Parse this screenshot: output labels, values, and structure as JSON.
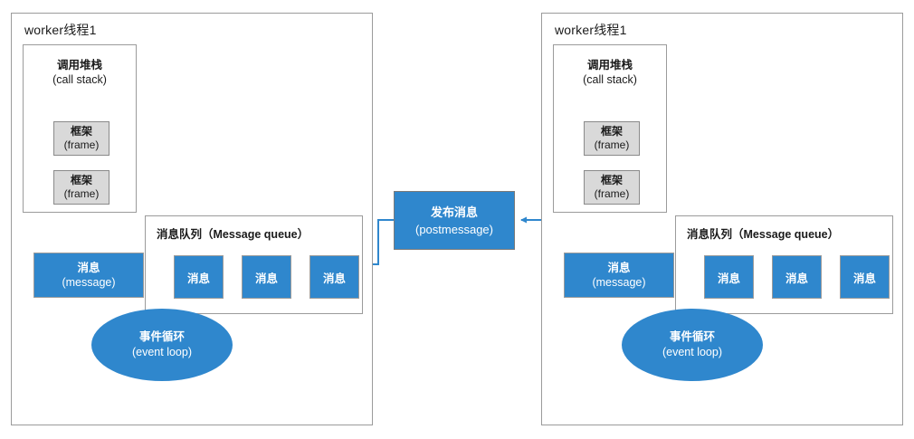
{
  "diagram": {
    "title_text": "worker thread message passing via postMessage",
    "accent_color": "#2f87cd",
    "frame_fill": "#d9d9d9",
    "border_color": "#9b9b9b",
    "arrow_color": "#2f87cd",
    "connector_color": "#9b9b9b"
  },
  "panels": [
    {
      "id": "left",
      "title": "worker线程1",
      "call_stack": {
        "cn": "调用堆栈",
        "en": "(call stack)"
      },
      "frames": [
        {
          "cn": "框架",
          "en": "(frame)"
        },
        {
          "cn": "框架",
          "en": "(frame)"
        }
      ],
      "message_box": {
        "cn": "消息",
        "en": "(message)"
      },
      "event_loop": {
        "cn": "事件循环",
        "en": "(event loop)"
      },
      "queue": {
        "title_cn": "消息队列",
        "title_en": "（Message queue）",
        "items": [
          {
            "label": "消息"
          },
          {
            "label": "消息"
          },
          {
            "label": "消息"
          }
        ]
      }
    },
    {
      "id": "right",
      "title": "worker线程1",
      "call_stack": {
        "cn": "调用堆栈",
        "en": "(call stack)"
      },
      "frames": [
        {
          "cn": "框架",
          "en": "(frame)"
        },
        {
          "cn": "框架",
          "en": "(frame)"
        }
      ],
      "message_box": {
        "cn": "消息",
        "en": "(message)"
      },
      "event_loop": {
        "cn": "事件循环",
        "en": "(event loop)"
      },
      "queue": {
        "title_cn": "消息队列",
        "title_en": "（Message queue）",
        "items": [
          {
            "label": "消息"
          },
          {
            "label": "消息"
          },
          {
            "label": "消息"
          }
        ]
      }
    }
  ],
  "post_message": {
    "cn": "发布消息",
    "en": "(postmessage)"
  }
}
